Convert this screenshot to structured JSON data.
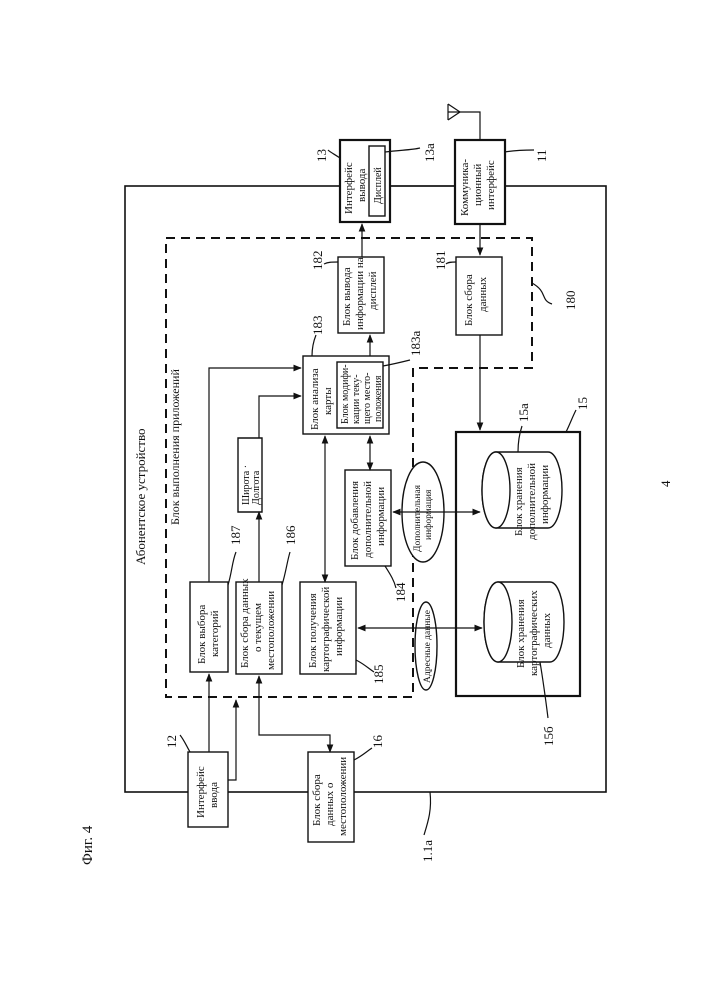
{
  "figure": {
    "title": "Фиг. 4",
    "page_number": "4"
  },
  "device": {
    "label": "Абонентское устройство",
    "ref": "1.1a"
  },
  "app_block": {
    "label": "Блок выполнения приложений",
    "ref": "180"
  },
  "input_interface": {
    "line1": "Интерфейс",
    "line2": "ввода",
    "ref": "12"
  },
  "location_collect": {
    "line1": "Блок сбора",
    "line2": "данных о",
    "line3": "местоположении",
    "ref": "16"
  },
  "category_select": {
    "line1": "Блок выбора",
    "line2": "категорий",
    "ref": "187"
  },
  "current_location": {
    "line1": "Блок сбора данных",
    "line2": "о текущем",
    "line3": "местоположении",
    "ref": "186"
  },
  "map_obtain": {
    "line1": "Блок получения",
    "line2": "картографической",
    "line3": "информации",
    "ref": "185"
  },
  "addl_add": {
    "line1": "Блок добавления",
    "line2": "дополнительной",
    "line3": "информации",
    "ref": "184"
  },
  "map_analysis": {
    "line1": "Блок анализа",
    "line2": "карты",
    "ref": "183"
  },
  "modify_block": {
    "line1": "Блок модифи-",
    "line2": "кации теку-",
    "line3": "щего место-",
    "line4": "положения",
    "ref": "183a"
  },
  "display_out": {
    "line1": "Блок вывода",
    "line2": "информации на",
    "line3": "дисплей",
    "ref": "182"
  },
  "data_collect": {
    "line1": "Блок сбора",
    "line2": "данных",
    "ref": "181"
  },
  "output_interface": {
    "line1": "Интерфейс",
    "line2": "вывода",
    "ref": "13"
  },
  "display": {
    "label": "Дисплей",
    "ref": "13a"
  },
  "comm_interface": {
    "line1": "Коммуника-",
    "line2": "ционный",
    "line3": "интерфейс",
    "ref": "11"
  },
  "storage": {
    "ref": "15"
  },
  "addl_storage": {
    "line1": "Блок хранения",
    "line2": "дополнительной",
    "line3": "информации",
    "ref": "15a"
  },
  "map_storage": {
    "line1": "Блок хранения",
    "line2": "картографических",
    "line3": "данных",
    "ref": "15б"
  },
  "tags": {
    "latlon_1": "Широта ·",
    "latlon_2": "Долгота",
    "addl_info_1": "Дополнительная",
    "addl_info_2": "информация",
    "address_data": "Адресные данные"
  }
}
